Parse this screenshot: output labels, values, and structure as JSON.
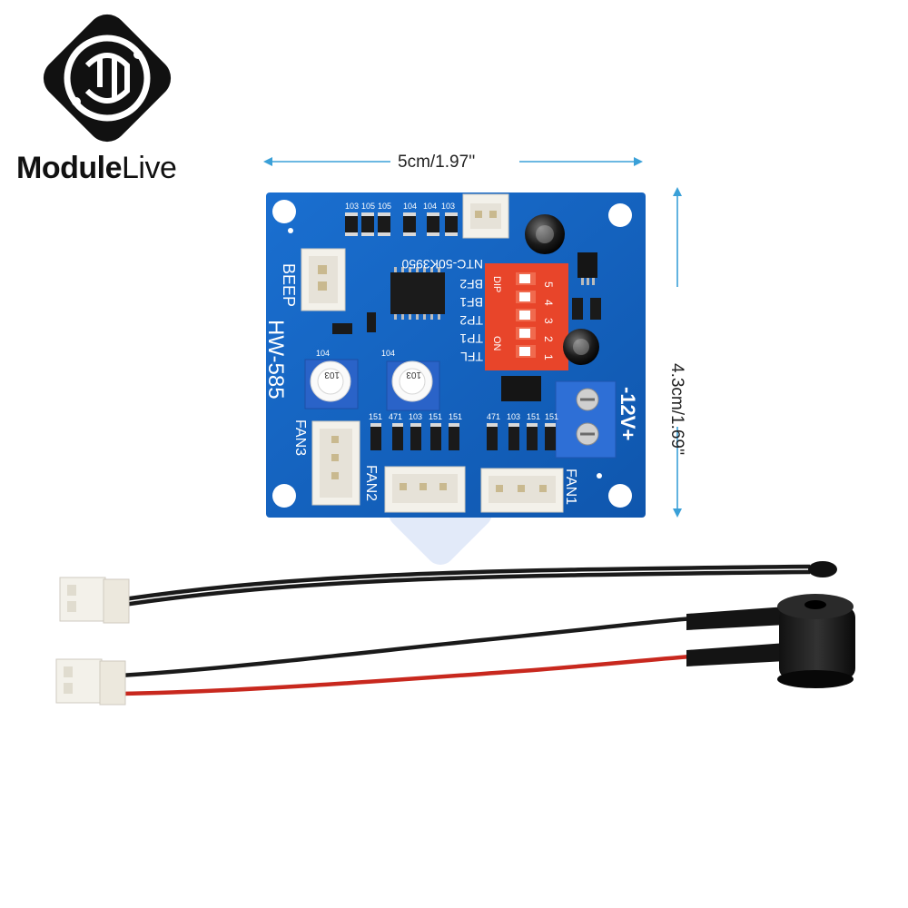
{
  "brand": {
    "name_bold": "Module",
    "name_light": "Live"
  },
  "dimensions": {
    "width_label": "5cm/1.97''",
    "height_label": "4.3cm/1.69''"
  },
  "board": {
    "model": "HW-585",
    "labels": {
      "beep": "BEEP",
      "fan1": "FAN1",
      "fan2": "FAN2",
      "fan3": "FAN3",
      "power": "-12V+",
      "ntc": "NTC-50K3950",
      "dip_on": "ON",
      "dip_title": "DIP",
      "dip_numbers": [
        "1",
        "2",
        "3",
        "4",
        "5"
      ],
      "dip_functions": [
        "BF2",
        "BF1",
        "TP2",
        "TP1",
        "TFL"
      ]
    },
    "resistor_codes_top": [
      "103",
      "105",
      "105",
      "104",
      "104",
      "103"
    ],
    "resistor_codes_bottom_left": [
      "151",
      "471",
      "103",
      "151",
      "151"
    ],
    "resistor_codes_bottom_right": [
      "471",
      "103",
      "151",
      "151"
    ],
    "pot_code": "104",
    "pot_marking": "103"
  },
  "colors": {
    "pcb": "#1565c0",
    "dip": "#e8452a",
    "terminal": "#2e6fd6",
    "wire_red": "#c8281e"
  }
}
